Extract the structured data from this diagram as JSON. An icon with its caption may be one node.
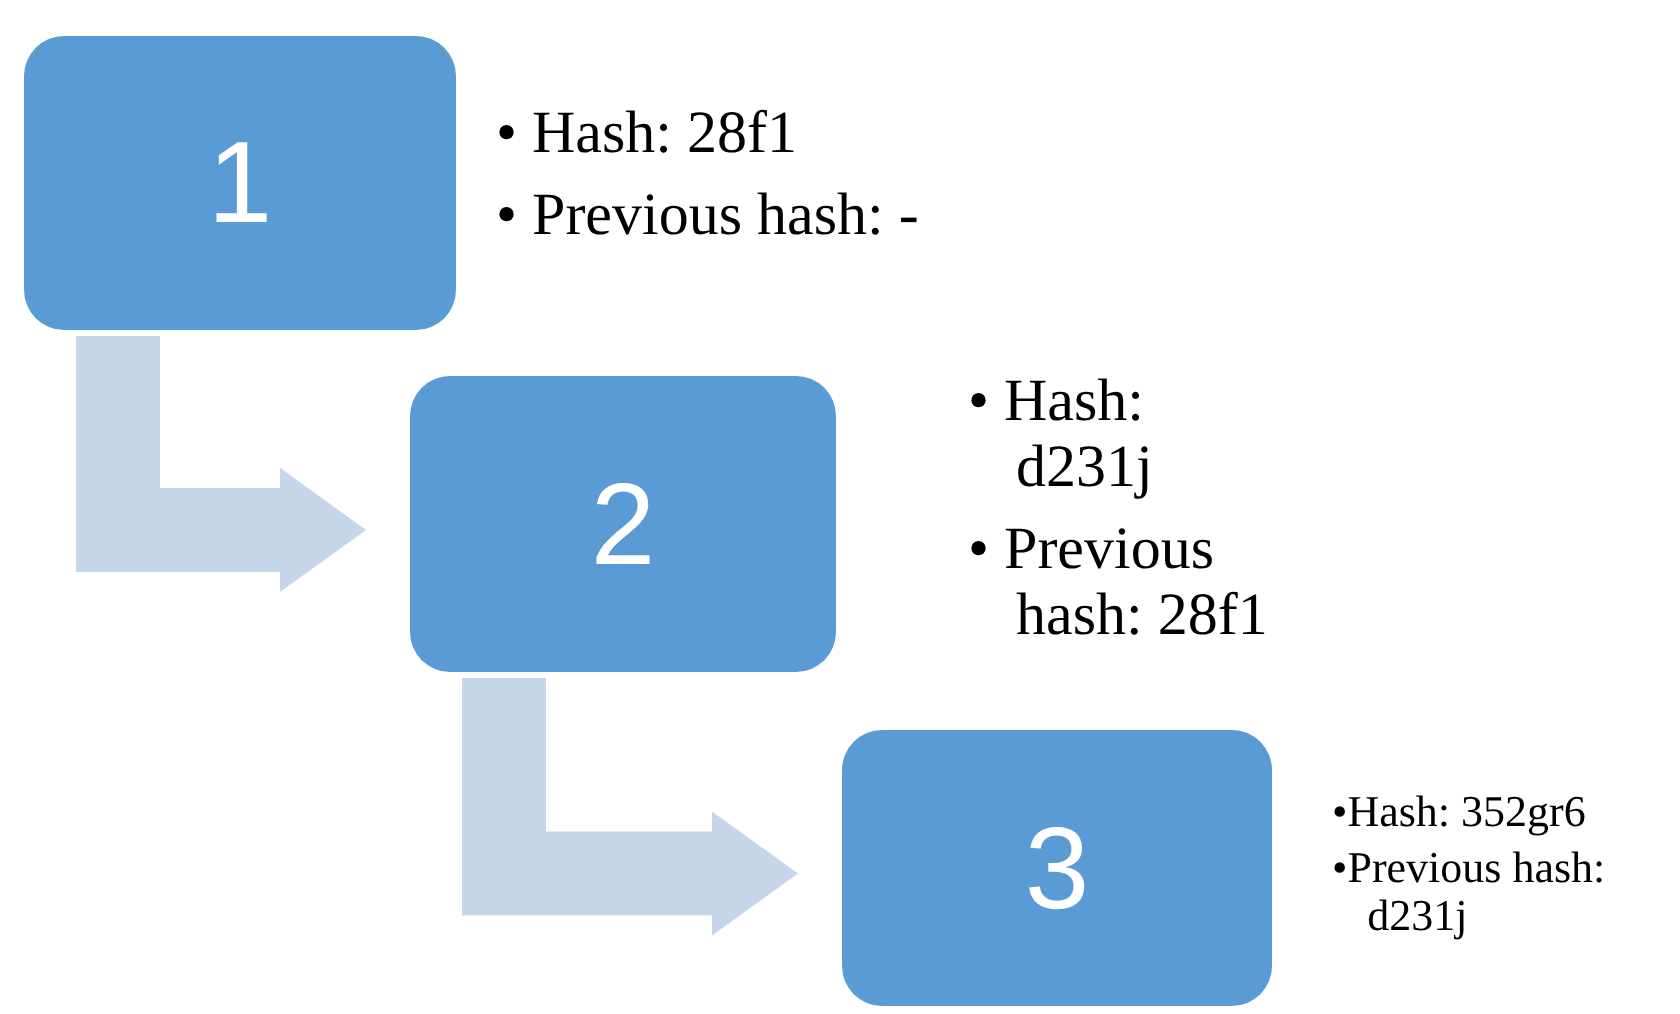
{
  "diagram": {
    "nodes": [
      {
        "text": [
          "1"
        ],
        "beside": [
          "• Hash: 28f1",
          "• Previous hash: -"
        ]
      },
      {
        "text": [
          "2"
        ],
        "beside": [
          "• Hash: d231j",
          "• Previous hash: 28f1"
        ]
      },
      {
        "text": [
          "3"
        ],
        "beside": [
          "•Hash: 352gr6",
          "•Previous hash: d231j"
        ]
      }
    ],
    "edges": [
      {
        "from": 0,
        "to": 1,
        "arrow": "to"
      },
      {
        "from": 1,
        "to": 2,
        "arrow": "to"
      }
    ]
  }
}
